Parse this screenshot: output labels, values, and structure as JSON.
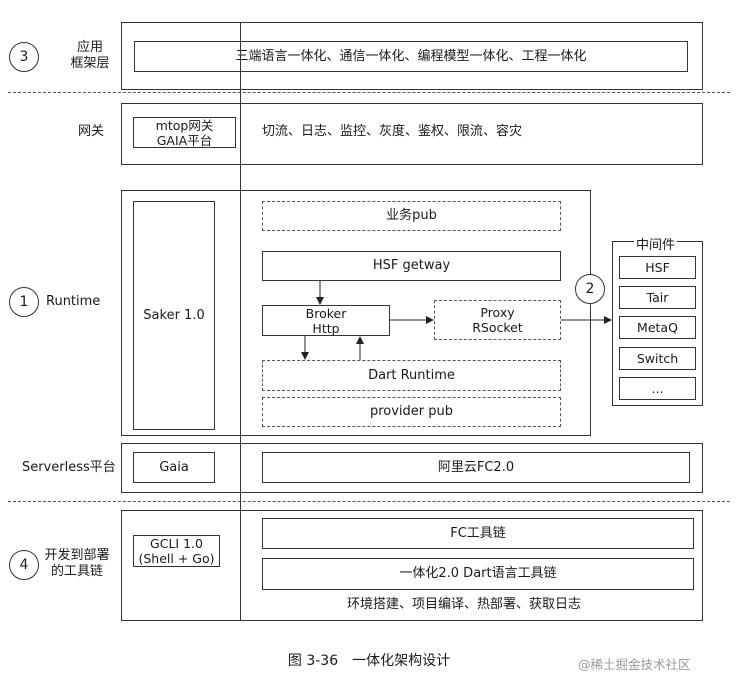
{
  "layers": {
    "app": {
      "number": "3",
      "label_line1": "应用",
      "label_line2": "框架层",
      "content": "三端语言一体化、通信一体化、编程模型一体化、工程一体化"
    },
    "gateway": {
      "label": "网关",
      "box_line1": "mtop网关",
      "box_line2": "GAIA平台",
      "content": "切流、日志、监控、灰度、鉴权、限流、容灾"
    },
    "runtime": {
      "number": "1",
      "label": "Runtime",
      "saker": "Saker 1.0",
      "biz_pub": "业务pub",
      "hsf": "HSF getway",
      "broker_line1": "Broker",
      "broker_line2": "Http",
      "proxy_line1": "Proxy",
      "proxy_line2": "RSocket",
      "dart_runtime": "Dart Runtime",
      "provider_pub": "provider pub",
      "link_number": "2"
    },
    "middleware": {
      "title": "中间件",
      "items": [
        "HSF",
        "Tair",
        "MetaQ",
        "Switch",
        "..."
      ]
    },
    "serverless": {
      "label": "Serverless平台",
      "gaia": "Gaia",
      "fc": "阿里云FC2.0"
    },
    "toolchain": {
      "number": "4",
      "label_line1": "开发到部署",
      "label_line2": "的工具链",
      "gcli_line1": "GCLI 1.0",
      "gcli_line2": "(Shell + Go)",
      "fc_chain": "FC工具链",
      "dart_chain": "一体化2.0 Dart语言工具链",
      "footer": "环境搭建、项目编译、热部署、获取日志"
    }
  },
  "caption": "图 3-36　一体化架构设计",
  "watermark": "@稀土掘金技术社区"
}
